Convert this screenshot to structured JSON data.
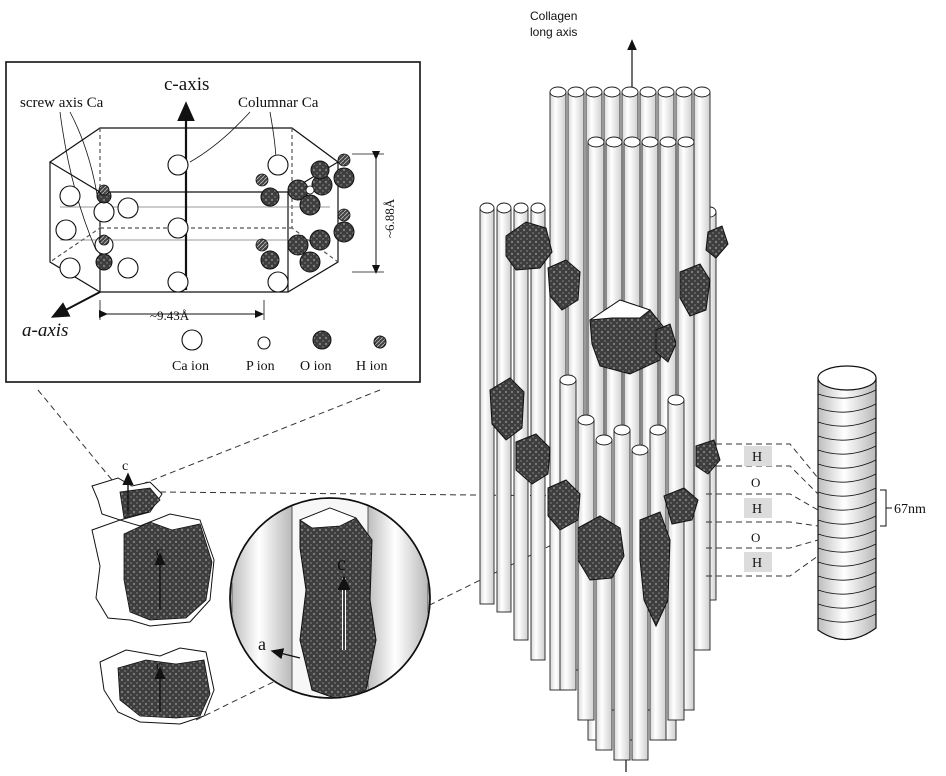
{
  "collagen_axis": {
    "line1": "Collagen",
    "line2": "long axis"
  },
  "unit_cell": {
    "c_axis": "c-axis",
    "a_axis": "a-axis",
    "screw_axis_label": "screw axis Ca",
    "columnar_label": "Columnar Ca",
    "height_dim": "~6.88Å",
    "width_dim": "~9.43Å"
  },
  "legend": [
    {
      "label": "Ca ion",
      "icon": "ca-ion-icon",
      "color": "#ffffff"
    },
    {
      "label": "P ion",
      "icon": "p-ion-icon",
      "color": "#ffffff"
    },
    {
      "label": "O ion",
      "icon": "o-ion-icon",
      "color": "#2a2a2a"
    },
    {
      "label": "H ion",
      "icon": "h-ion-icon",
      "color": "#777777"
    }
  ],
  "crystal_labels": {
    "c": "c",
    "a": "a"
  },
  "bands": [
    "H",
    "O",
    "H",
    "O",
    "H"
  ],
  "period": "67nm",
  "colors": {
    "mineral": "#3b3b3b",
    "fibril": "#f4f4f4",
    "stroke": "#111111"
  }
}
